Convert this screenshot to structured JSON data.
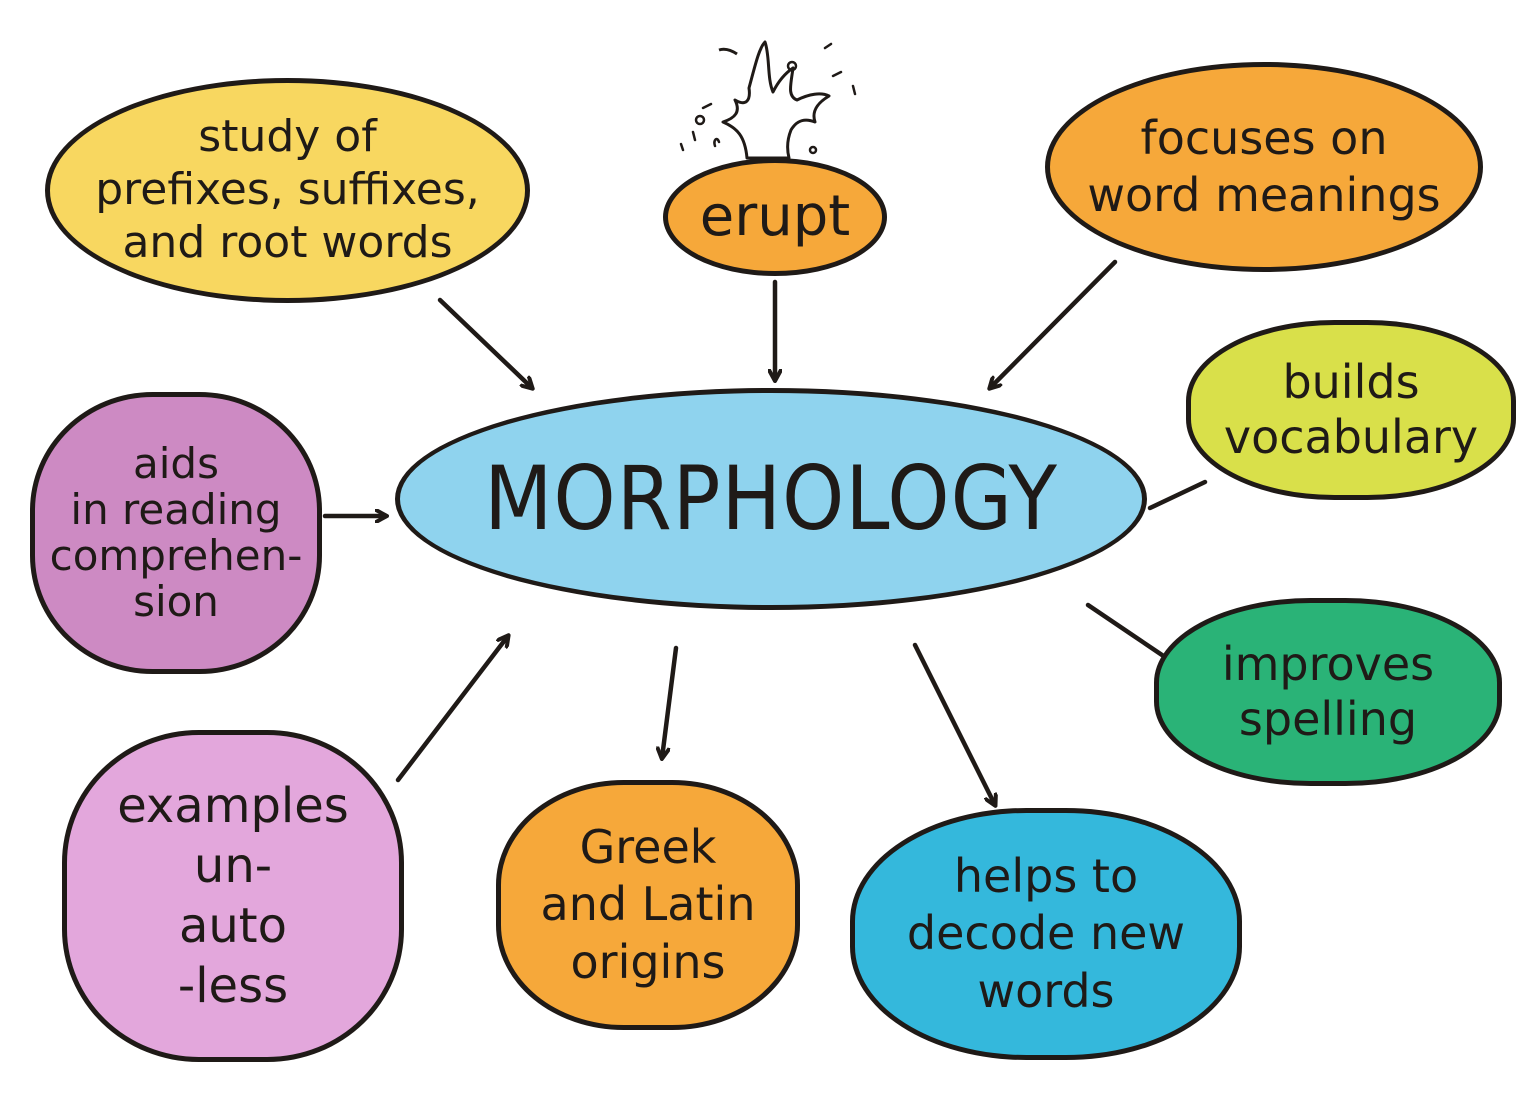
{
  "diagram": {
    "type": "mind-map",
    "central_topic": "MORPHOLOGY",
    "nodes": [
      {
        "id": "study",
        "label": "study of\nprefixes, suffixes,\nand root words",
        "color": "#f8d760",
        "connection": "arrow-to-center"
      },
      {
        "id": "erupt",
        "label": "erupt",
        "color": "#f6a83a",
        "connection": "arrow-to-center",
        "decoration": "splash-illustration"
      },
      {
        "id": "focus",
        "label": "focuses on\nword meanings",
        "color": "#f6a83a",
        "connection": "arrow-to-center"
      },
      {
        "id": "builds",
        "label": "builds\nvocabulary",
        "color": "#d9e04a",
        "connection": "line"
      },
      {
        "id": "aids",
        "label": "aids\nin reading\ncomprehen-\nsion",
        "color": "#cd8ac3",
        "connection": "arrow-to-center"
      },
      {
        "id": "improves",
        "label": "improves\nspelling",
        "color": "#2ab377",
        "connection": "line"
      },
      {
        "id": "examples",
        "label": "examples\nun-\nauto\n-less",
        "color": "#e3a7dc",
        "connection": "arrow-to-center"
      },
      {
        "id": "greek",
        "label": "Greek\nand Latin\norigins",
        "color": "#f6a83a",
        "connection": "arrow-from-center"
      },
      {
        "id": "helps",
        "label": "helps to\ndecode new\nwords",
        "color": "#34b8dc",
        "connection": "arrow-from-center"
      }
    ],
    "colors": {
      "center_fill": "#8fd3ee",
      "outline": "#1f1a17",
      "background": "#ffffff"
    }
  }
}
